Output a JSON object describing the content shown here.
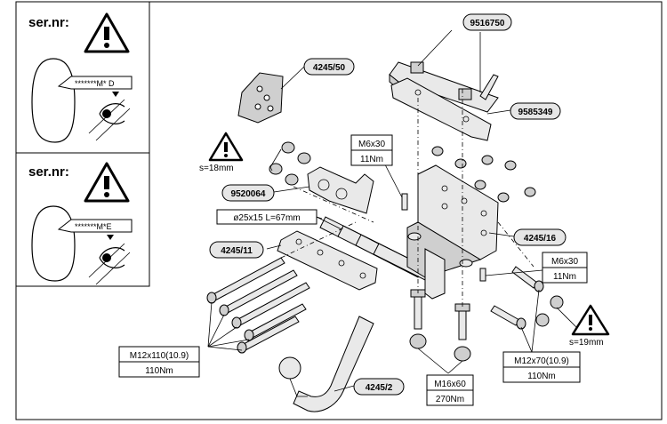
{
  "inset_top": {
    "title": "ser.nr:",
    "serial_text": "*******M* D"
  },
  "inset_bottom": {
    "title": "ser.nr:",
    "serial_text": "*******M*E"
  },
  "parts": {
    "bracket_top": "9516750",
    "plate_right": "9585349",
    "screws_m6_top": {
      "size": "M6x30",
      "torque": "11Nm"
    },
    "tag_4245_50": "4245/50",
    "nut_s18": "s=18mm",
    "socket_9520064": "9520064",
    "spacer": "ø25x15 L=67mm",
    "side_plate": "4245/11",
    "crossmember": "4245/16",
    "screws_m6_right": {
      "size": "M6x30",
      "torque": "11Nm"
    },
    "nut_s19": "s=19mm",
    "bolts_m12x110": {
      "size": "M12x110(10.9)",
      "torque": "110Nm"
    },
    "bolts_m16x60": {
      "size": "M16x60",
      "torque": "270Nm"
    },
    "bolts_m12x70": {
      "size": "M12x70(10.9)",
      "torque": "110Nm"
    },
    "towball": "4245/2"
  }
}
